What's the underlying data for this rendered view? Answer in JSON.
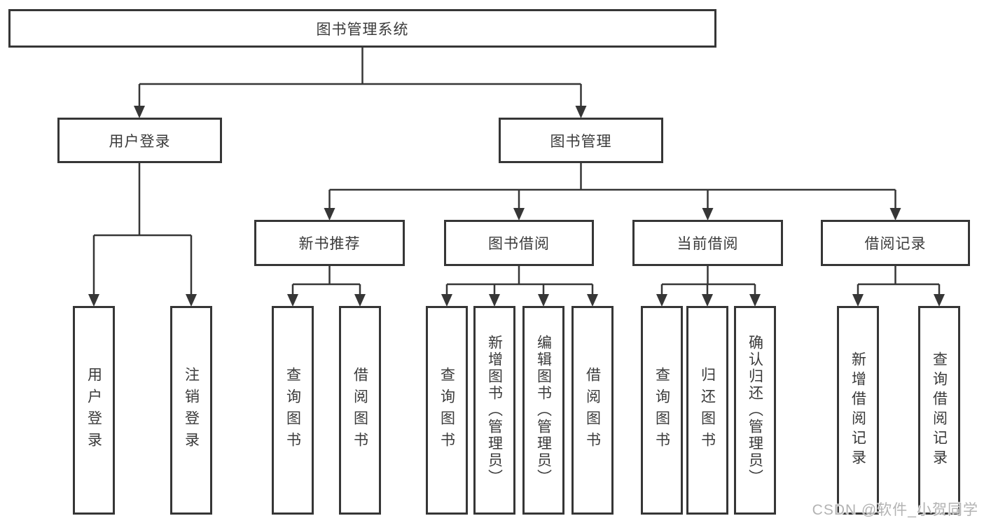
{
  "diagram_title": "图书管理系统",
  "nodes": {
    "root": {
      "label": "图书管理系统"
    },
    "user_login": {
      "label": "用户登录"
    },
    "book_mgmt": {
      "label": "图书管理"
    },
    "new_book_rec": {
      "label": "新书推荐"
    },
    "book_borrow": {
      "label": "图书借阅"
    },
    "current_borrow": {
      "label": "当前借阅"
    },
    "borrow_record": {
      "label": "借阅记录"
    },
    "leaf_user_login": {
      "label": "用户登录"
    },
    "leaf_logout_login": {
      "label": "注销登录"
    },
    "leaf_query_book_rec": {
      "label": "查询图书"
    },
    "leaf_borrow_book_rec": {
      "label": "借阅图书"
    },
    "leaf_query_book_borrow": {
      "label": "查询图书"
    },
    "leaf_add_book_admin": {
      "label": "新增图书（管理员）"
    },
    "leaf_edit_book_admin": {
      "label": "编辑图书（管理员）"
    },
    "leaf_borrow_book_borrow": {
      "label": "借阅图书"
    },
    "leaf_query_book_current": {
      "label": "查询图书"
    },
    "leaf_return_book": {
      "label": "归还图书"
    },
    "leaf_confirm_return_admin": {
      "label": "确认归还（管理员）"
    },
    "leaf_add_borrow_record": {
      "label": "新增借阅记录"
    },
    "leaf_query_borrow_record": {
      "label": "查询借阅记录"
    }
  },
  "hierarchy": {
    "图书管理系统": {
      "用户登录": [
        "用户登录",
        "注销登录"
      ],
      "图书管理": {
        "新书推荐": [
          "查询图书",
          "借阅图书"
        ],
        "图书借阅": [
          "查询图书",
          "新增图书（管理员）",
          "编辑图书（管理员）",
          "借阅图书"
        ],
        "当前借阅": [
          "查询图书",
          "归还图书",
          "确认归还（管理员）"
        ],
        "借阅记录": [
          "新增借阅记录",
          "查询借阅记录"
        ]
      }
    }
  },
  "watermark": {
    "text": "CSDN @软件_小贺同学"
  },
  "colors": {
    "line": "#363636",
    "text": "#3a3a3a",
    "background": "#ffffff",
    "watermark": "#b3b3b3"
  }
}
